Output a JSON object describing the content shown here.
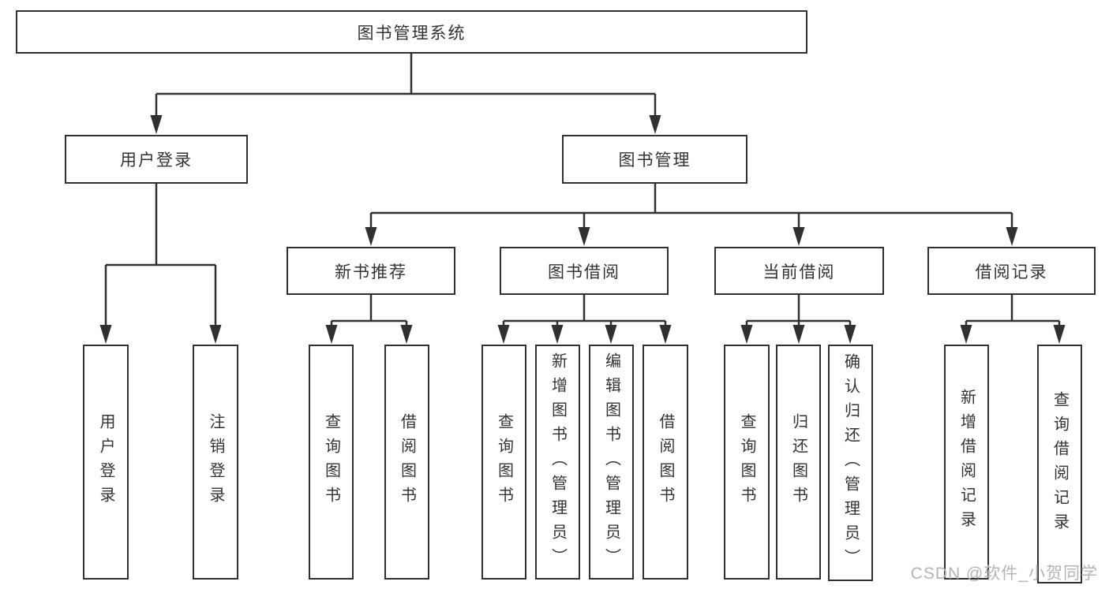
{
  "diagram": {
    "title": "图书管理系统",
    "level2": [
      {
        "label": "用户登录",
        "children": [
          "用户登录",
          "注销登录"
        ]
      },
      {
        "label": "图书管理",
        "children": [
          {
            "label": "新书推荐",
            "children": [
              "查询图书",
              "借阅图书"
            ]
          },
          {
            "label": "图书借阅",
            "children": [
              "查询图书",
              "新增图书（管理员）",
              "编辑图书（管理员）",
              "借阅图书"
            ]
          },
          {
            "label": "当前借阅",
            "children": [
              "查询图书",
              "归还图书",
              "确认归还（管理员）"
            ]
          },
          {
            "label": "借阅记录",
            "children": [
              "新增借阅记录",
              "查询借阅记录"
            ]
          }
        ]
      }
    ]
  },
  "colors": {
    "line": "#303030",
    "text": "#333333",
    "box_bg": "#ffffff",
    "watermark": "#b4b4b4"
  },
  "watermark": "CSDN @软件_小贺同学"
}
